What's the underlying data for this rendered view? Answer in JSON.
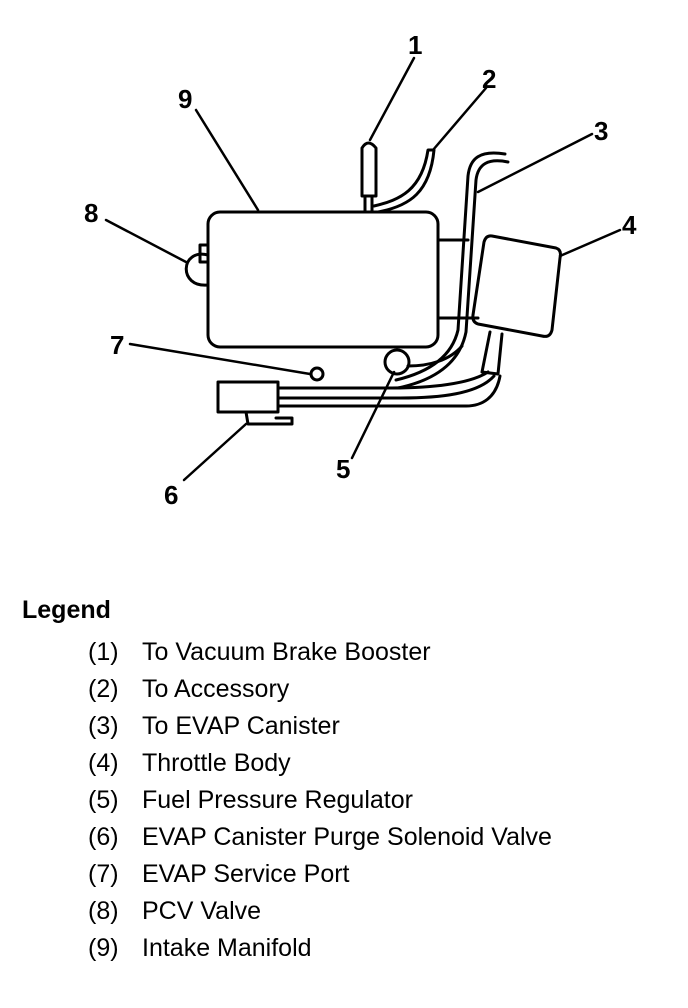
{
  "callouts": [
    "1",
    "2",
    "3",
    "4",
    "5",
    "6",
    "7",
    "8",
    "9"
  ],
  "legend": {
    "title": "Legend",
    "items": [
      {
        "num": "(1)",
        "label": "To Vacuum Brake Booster"
      },
      {
        "num": "(2)",
        "label": "To Accessory"
      },
      {
        "num": "(3)",
        "label": "To EVAP Canister"
      },
      {
        "num": "(4)",
        "label": "Throttle Body"
      },
      {
        "num": "(5)",
        "label": "Fuel Pressure Regulator"
      },
      {
        "num": "(6)",
        "label": "EVAP Canister Purge Solenoid Valve"
      },
      {
        "num": "(7)",
        "label": "EVAP Service Port"
      },
      {
        "num": "(8)",
        "label": "PCV Valve"
      },
      {
        "num": "(9)",
        "label": "Intake Manifold"
      }
    ]
  }
}
